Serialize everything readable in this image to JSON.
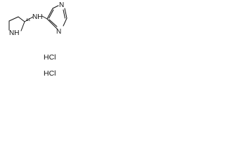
{
  "molecule": {
    "atoms": {
      "pyrrolidine_nh": "NH",
      "amine_nh": "NH",
      "pyrazine_n_top": "N",
      "pyrazine_n_bottom": "N"
    },
    "stereo_marker": "&1"
  },
  "salts": [
    {
      "label": "HCl"
    },
    {
      "label": "HCl"
    }
  ]
}
